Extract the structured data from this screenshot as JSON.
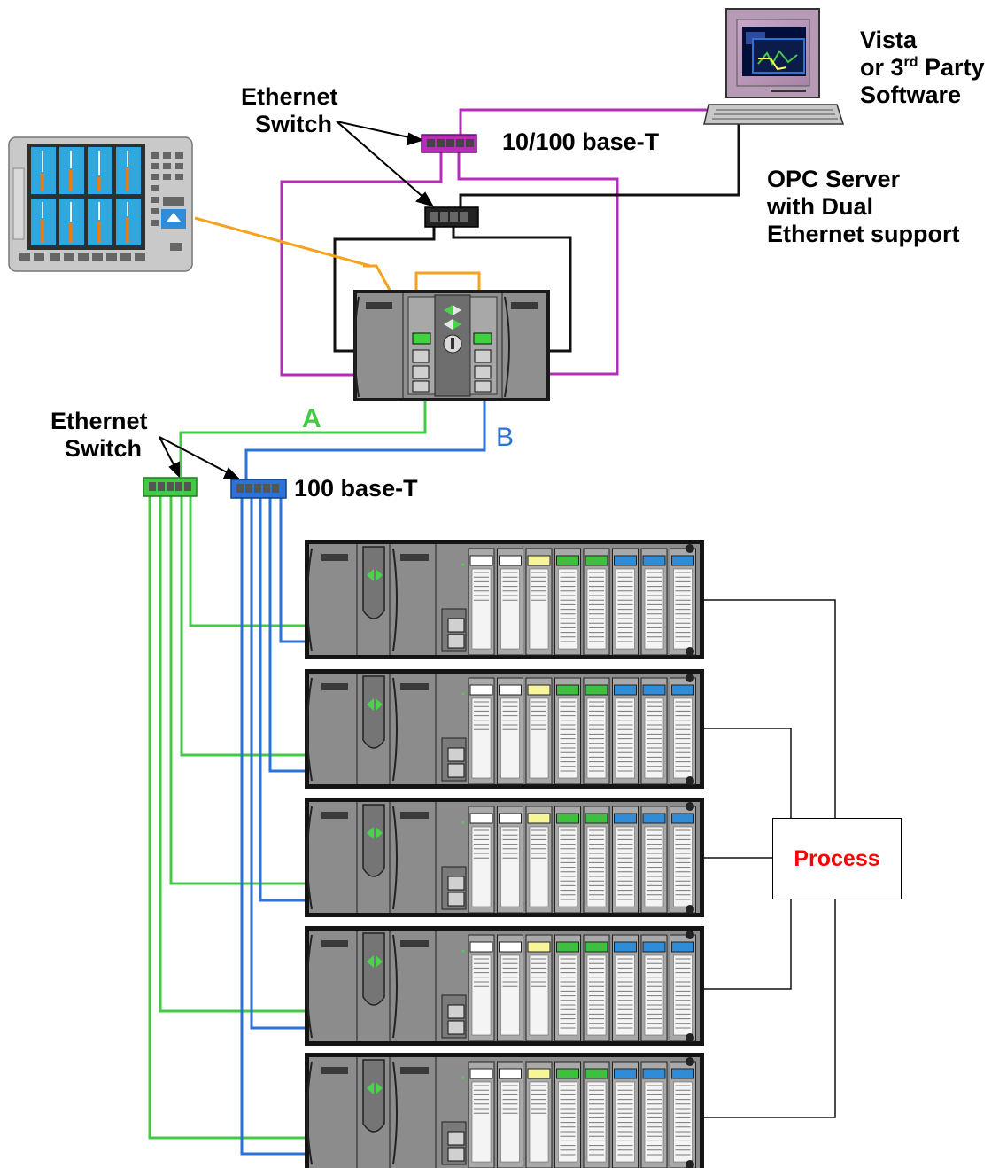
{
  "labels": {
    "software_line1": "Vista",
    "software_line2_pre": "or 3",
    "software_line2_sup": "rd",
    "software_line2_post": " Party",
    "software_line3": "Software",
    "switch_top_line1": "Ethernet",
    "switch_top_line2": "Switch",
    "speed_top": "10/100 base-T",
    "opc_line1": "OPC Server",
    "opc_line2": "with Dual",
    "opc_line3": "Ethernet support",
    "switch_bottom_line1": "Ethernet",
    "switch_bottom_line2": "Switch",
    "speed_bottom": "100 base-T",
    "network_a": "A",
    "network_b": "B",
    "process": "Process"
  },
  "colors": {
    "magenta": "#b52eb8",
    "green": "#45c845",
    "blue": "#2b72d9",
    "orange": "#f6a21e",
    "black": "#111111",
    "rack_grey": "#8a8a8a",
    "process_text": "#ff0000"
  },
  "io_rack_count": 5,
  "io_card_led_colors": [
    "#ffffff",
    "#ffffff",
    "#f6f59a",
    "#3fbf3f",
    "#3fbf3f",
    "#2f8cd8",
    "#2f8cd8",
    "#2f8cd8"
  ]
}
